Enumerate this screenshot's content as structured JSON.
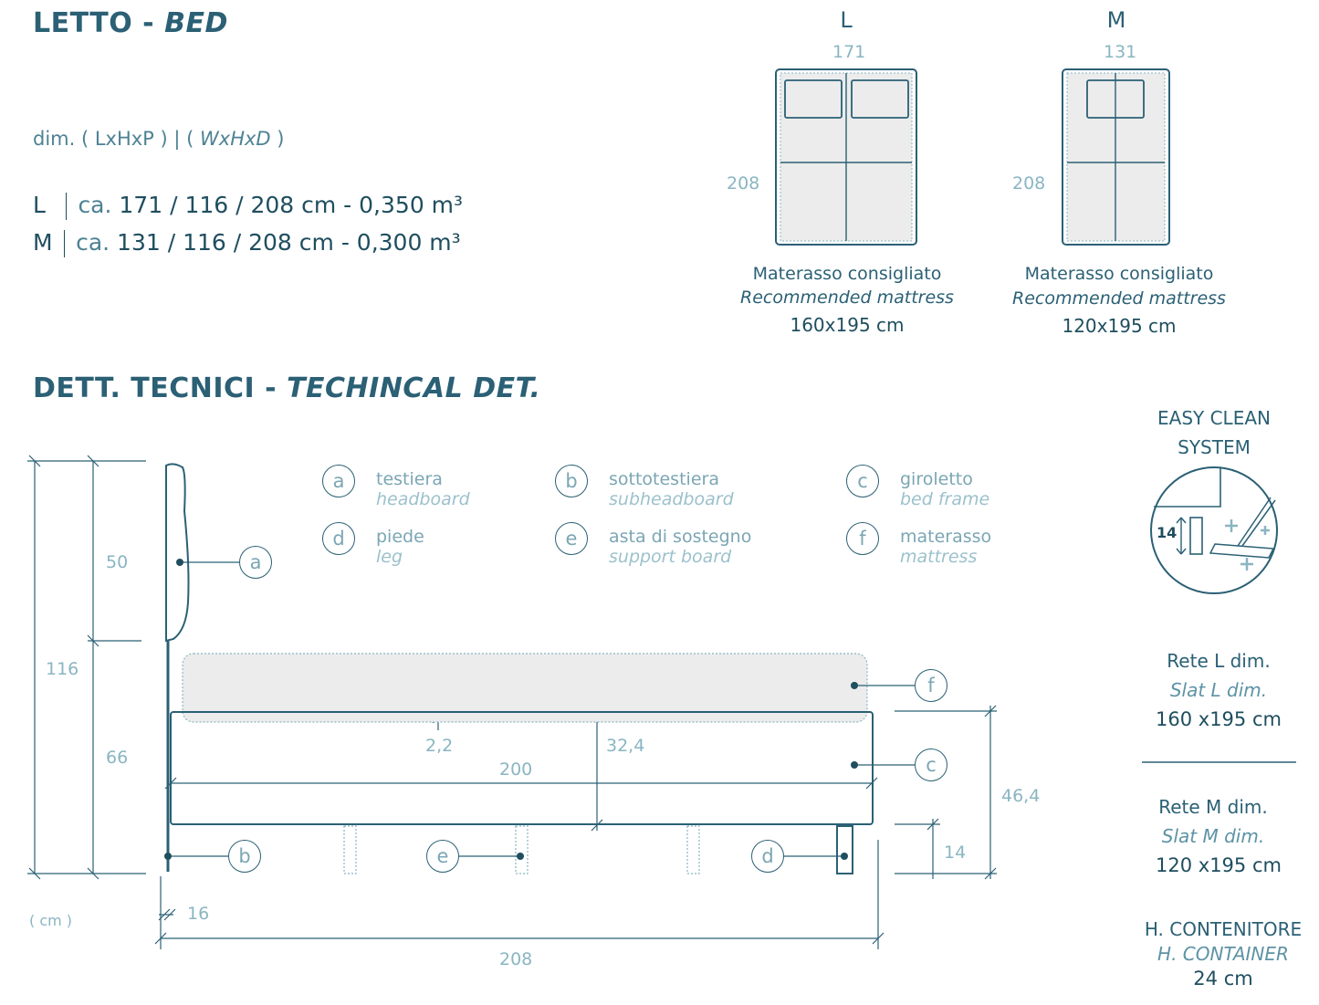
{
  "title": {
    "it": "LETTO - ",
    "en": "BED"
  },
  "dim_label": {
    "prefix": "dim. ( LxHxP ) | ( ",
    "italic": "WxHxD",
    "suffix": " )"
  },
  "dimensions": [
    {
      "size": "L",
      "ca": "ca.",
      "value": "171 / 116 / 208 cm - 0,350 m³"
    },
    {
      "size": "M",
      "ca": "ca.",
      "value": "131 / 116 / 208 cm - 0,300 m³"
    }
  ],
  "plans": [
    {
      "label": "L",
      "width": "171",
      "depth": "208",
      "mattress_w": "160",
      "mattress_d": "195",
      "rec_it": "Materasso consigliato",
      "rec_en": "Recommended mattress",
      "rec_val": "160x195 cm"
    },
    {
      "label": "M",
      "width": "131",
      "depth": "208",
      "mattress_w": "120",
      "mattress_d": "195",
      "rec_it": "Materasso consigliato",
      "rec_en": "Recommended mattress",
      "rec_val": "120x195 cm"
    }
  ],
  "section_title": {
    "it": "DETT. TECNICI - ",
    "en": "TECHINCAL DET."
  },
  "legend": [
    {
      "key": "a",
      "it": "testiera",
      "en": "headboard"
    },
    {
      "key": "b",
      "it": "sottotestiera",
      "en": "subheadboard"
    },
    {
      "key": "c",
      "it": "giroletto",
      "en": "bed frame"
    },
    {
      "key": "d",
      "it": "piede",
      "en": "leg"
    },
    {
      "key": "e",
      "it": "asta di sostegno",
      "en": "support board"
    },
    {
      "key": "f",
      "it": "materasso",
      "en": "mattress"
    }
  ],
  "side_dims": {
    "total_h": "116",
    "head_h": "50",
    "frame_h": "66",
    "mattress_gap": "2,2",
    "frame_inner": "32,4",
    "inner_len": "200",
    "total_len": "208",
    "head_thick": "16",
    "right_h": "46,4",
    "leg_h": "14",
    "unit": "( cm )"
  },
  "easy_clean": {
    "line1": "EASY CLEAN",
    "line2": "SYSTEM",
    "gap": "14"
  },
  "slats": [
    {
      "it": "Rete L dim.",
      "en": "Slat L dim.",
      "val": "160 x195 cm"
    },
    {
      "it": "Rete M dim.",
      "en": "Slat M dim.",
      "val": "120 x195 cm"
    }
  ],
  "container": {
    "it": "H. CONTENITORE",
    "en": "H. CONTAINER",
    "val": "24 cm"
  },
  "colors": {
    "primary": "#2b6075",
    "dark": "#1f4e5f",
    "light": "#8ab5c2",
    "mattress_fill": "#ececec"
  }
}
